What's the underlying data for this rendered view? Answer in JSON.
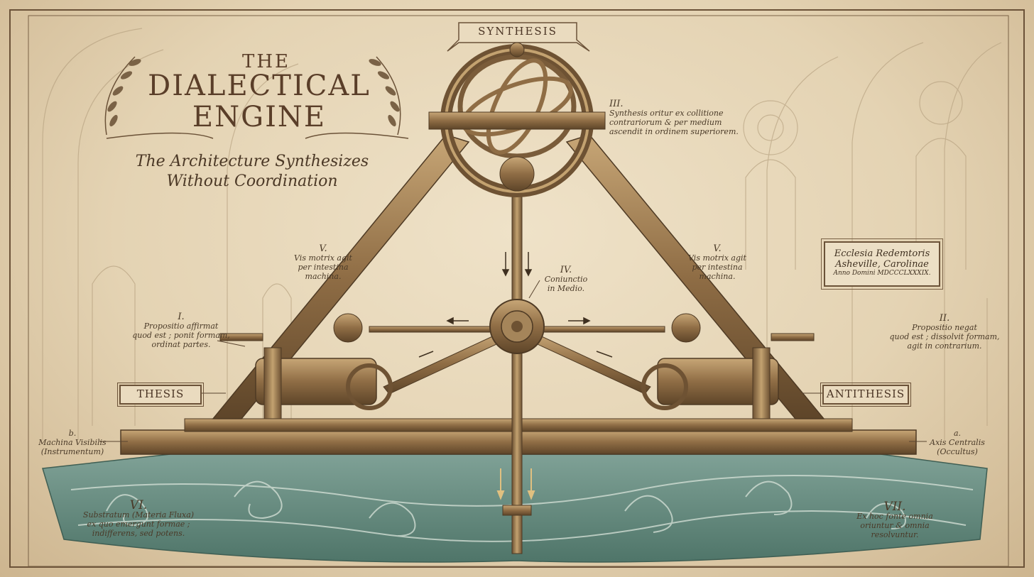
{
  "title": {
    "the": "THE",
    "line1": "DIALECTICAL",
    "line2": "ENGINE",
    "subtitle_line1": "The Architecture Synthesizes",
    "subtitle_line2": "Without Coordination"
  },
  "labels": {
    "synthesis": "SYNTHESIS",
    "thesis": "THESIS",
    "antithesis": "ANTITHESIS"
  },
  "notes": {
    "i_num": "I.",
    "i_text": [
      "Propositio affirmat",
      "quod est ; ponit formam,",
      "ordinat partes."
    ],
    "ii_num": "II.",
    "ii_text": [
      "Propositio negat",
      "quod est ; dissolvit formam,",
      "agit in contrarium."
    ],
    "iii_num": "III.",
    "iii_text": [
      "Synthesis oritur ex collitione",
      "contrariorum & per medium",
      "ascendit in ordinem superiorem."
    ],
    "iv_num": "IV.",
    "iv_text": [
      "Coniunctio",
      "in Medio."
    ],
    "v_left_num": "V.",
    "v_left_text": [
      "Vis motrix agit",
      "per intestina",
      "machina."
    ],
    "v_right_num": "V.",
    "v_right_text": [
      "Vis motrix agit",
      "per intestina",
      "machina."
    ],
    "vi_num": "VI.",
    "vi_text": [
      "Substratum (Materia Fluxa)",
      "ex quo emergunt formae ;",
      "indifferens, sed potens."
    ],
    "vii_num": "VII.",
    "vii_text": [
      "Ex hoc fonte omnia",
      "oriuntur & omnia",
      "resolvuntur."
    ],
    "b_num": "b.",
    "b_text": [
      "Machina Visibilis",
      "(Instrumentum)"
    ],
    "a_num": "a.",
    "a_text": [
      "Axis Centralis",
      "(Occultus)"
    ]
  },
  "plaque": {
    "line1": "Ecclesia Redemtoris",
    "line2": "Asheville, Carolinae",
    "line3": "Anno Domini MDCCCLXXXIX."
  },
  "colors": {
    "parchment": "#e6d6b8",
    "ink": "#4a3a28",
    "brass": "#9c7a4e",
    "water": "#6f9287"
  }
}
